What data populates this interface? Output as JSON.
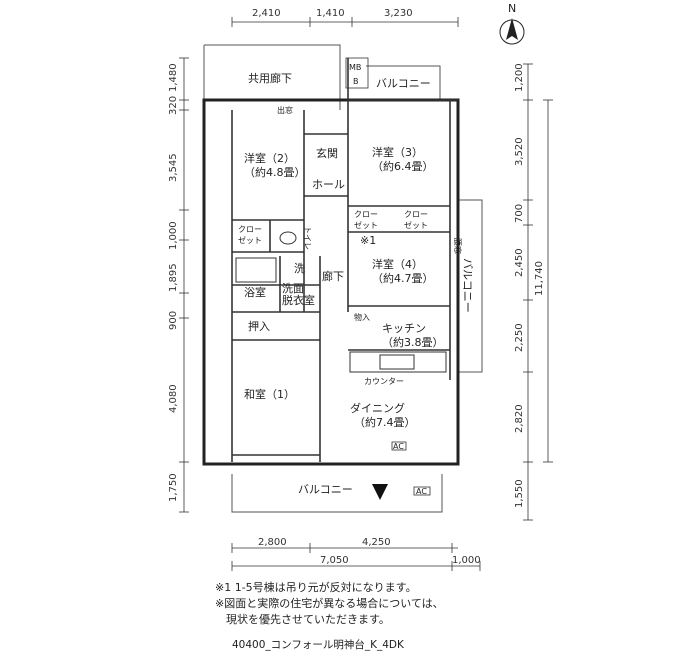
{
  "compass": {
    "label": "N"
  },
  "dimensions": {
    "top": [
      "2,410",
      "1,410",
      "3,230"
    ],
    "bottom": [
      "2,800",
      "4,250",
      "7,050",
      "1,000"
    ],
    "left": [
      "1,480",
      "320",
      "3,545",
      "1,000",
      "1,895",
      "900",
      "4,080",
      "1,750"
    ],
    "right": [
      "1,200",
      "3,520",
      "700",
      "2,450",
      "2,250",
      "2,820",
      "1,550",
      "11,740"
    ]
  },
  "rooms": {
    "corridor_shared": "共用廊下",
    "exit": "出窓",
    "mb": "MB",
    "b": "B",
    "balcony_top": "バルコニー",
    "western2": "洋室（2）",
    "western2_size": "（約4.8畳）",
    "entrance": "玄関",
    "hall": "ホール",
    "western3": "洋室（3）",
    "western3_size": "（約6.4畳）",
    "closet_left_1": "クロー",
    "closet_left_2": "ゼット",
    "toilet": "トイレ",
    "closet_a_1": "クロー",
    "closet_a_2": "ゼット",
    "closet_b_1": "クロー",
    "closet_b_2": "ゼット",
    "note_mark": "※1",
    "window": "腰窓",
    "balcony_side": "バルコニー",
    "wash_mark": "洗",
    "washroom_1": "洗面",
    "washroom_2": "脱衣室",
    "corridor": "廊下",
    "bath": "浴室",
    "western4": "洋室（4）",
    "western4_size": "（約4.7畳）",
    "storage_small": "物入",
    "oshiire": "押入",
    "kitchen": "キッチン",
    "kitchen_size": "（約3.8畳）",
    "counter": "カウンター",
    "japanese1": "和室（1）",
    "dining": "ダイニング",
    "dining_size": "（約7.4畳）",
    "ac": "AC",
    "balcony_bottom": "バルコニー",
    "ac2": "AC"
  },
  "notes": [
    "※1  1-5号棟は吊り元が反対になります。",
    "※図面と実際の住宅が異なる場合については、",
    "　現状を優先させていただきます。"
  ],
  "footer": "40400_コンフォール明神台_K_4DK"
}
